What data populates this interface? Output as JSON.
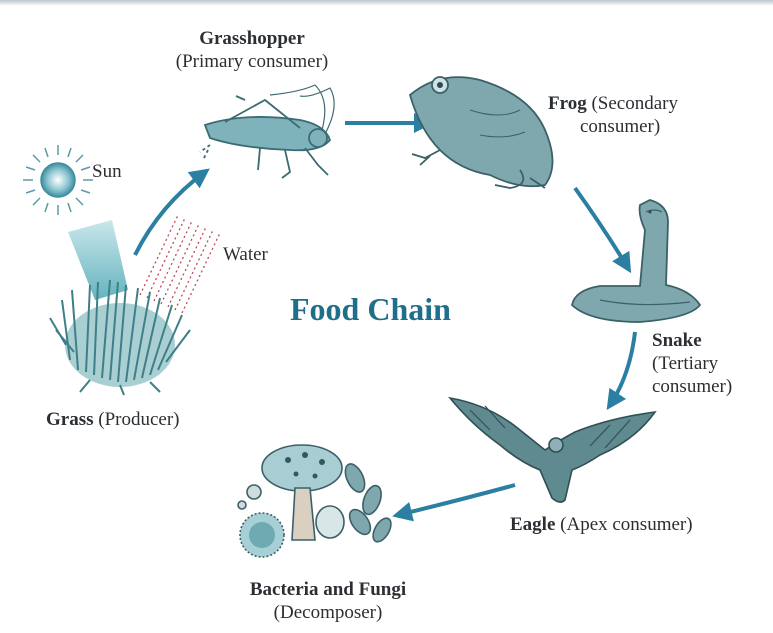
{
  "title": "Food Chain",
  "nodes": {
    "sun": {
      "label": "Sun"
    },
    "water": {
      "label": "Water"
    },
    "grass": {
      "name": "Grass",
      "role": "(Producer)"
    },
    "grasshopper": {
      "name": "Grasshopper",
      "role": "(Primary consumer)"
    },
    "frog": {
      "name": "Frog",
      "role_line1": "(Secondary",
      "role_line2": "consumer)"
    },
    "snake": {
      "name": "Snake",
      "role_line1": "(Tertiary",
      "role_line2": "consumer)"
    },
    "eagle": {
      "name": "Eagle",
      "role": "(Apex consumer)"
    },
    "decomposer": {
      "name": "Bacteria and Fungi",
      "role": "(Decomposer)"
    }
  },
  "colors": {
    "accent": "#1f6f8b",
    "arrow": "#2a7fa3",
    "organism": "#5e8f96"
  }
}
